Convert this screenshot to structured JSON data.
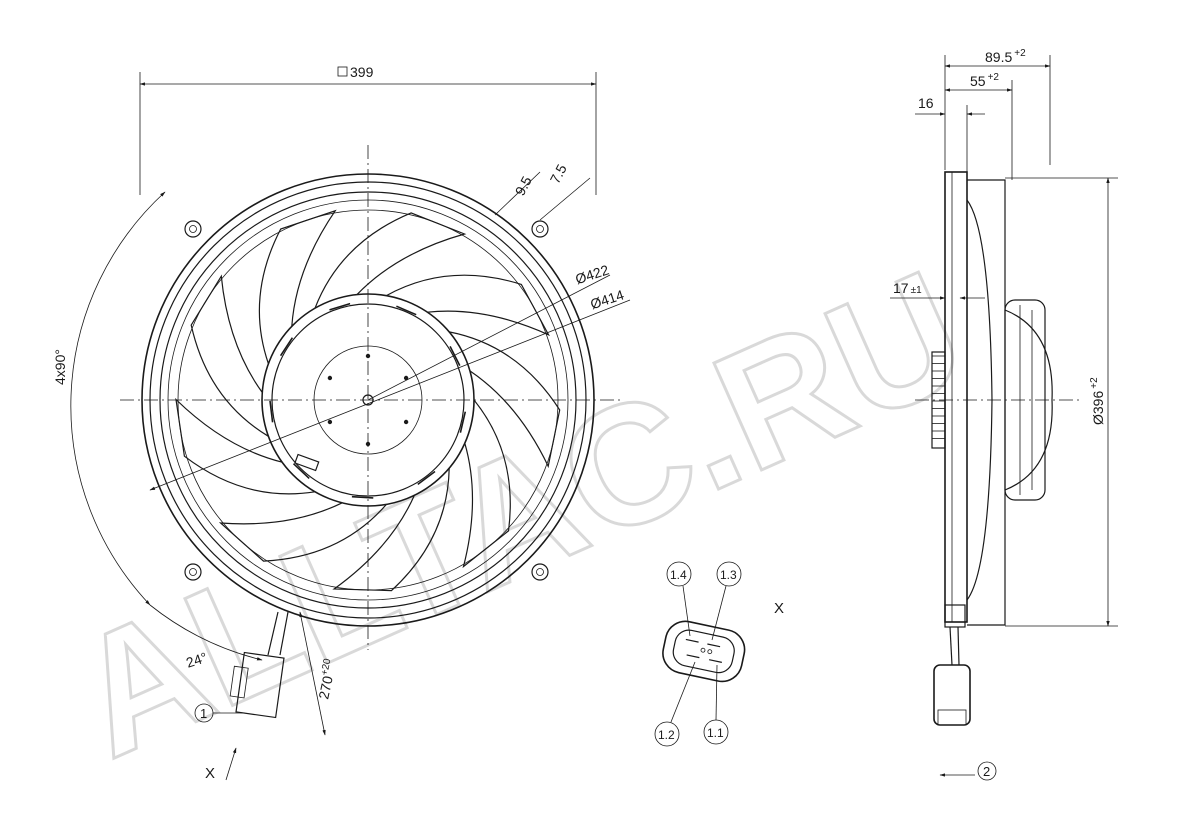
{
  "dimensions": {
    "frame_square": "399",
    "rim_outer_1": "9.5",
    "rim_outer_2": "7.5",
    "ring_outer_dia": "Ø422",
    "ring_inner_dia": "Ø414",
    "mount_angles": "4x90°",
    "cable_angle": "24°",
    "cable_length": "270",
    "cable_length_tol": "+20",
    "depth_total": "89.5",
    "depth_total_tol": "+2",
    "depth_motor": "55",
    "depth_motor_tol": "+2",
    "flange_thickness": "16",
    "mount_offset": "17",
    "mount_offset_tol": "±1",
    "fan_dia": "Ø396",
    "fan_dia_tol": "+2"
  },
  "callouts": {
    "connector_ref": "1",
    "view_ref": "2",
    "view_label": "X",
    "pin_1_4": "1.4",
    "pin_1_3": "1.3",
    "pin_1_2": "1.2",
    "pin_1_1": "1.1"
  },
  "watermark": "ALLTAC.RU"
}
